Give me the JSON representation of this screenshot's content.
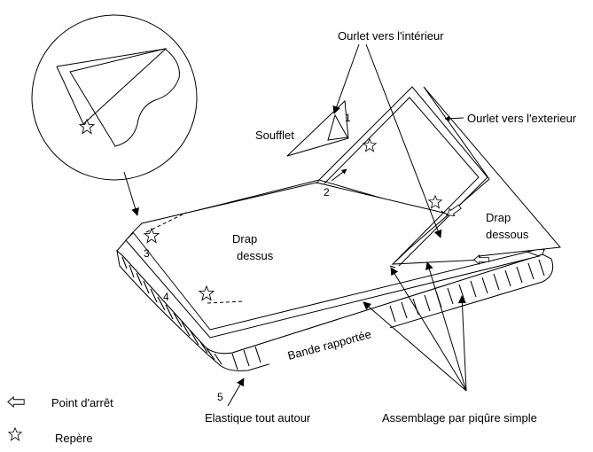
{
  "labels": {
    "ourlet_interieur": "Ourlet vers l'intérieur",
    "ourlet_exterieur": "Ourlet vers l'exterieur",
    "soufflet": "Soufflet",
    "drap_dessus_1": "Drap",
    "drap_dessus_2": "dessus",
    "drap_dessous_1": "Drap",
    "drap_dessous_2": "dessous",
    "bande": "Bande rapportée",
    "elastique": "Elastique tout autour",
    "assemblage": "Assemblage par piqûre simple",
    "n1": "1",
    "n2": "2",
    "n3": "3",
    "n4": "4",
    "n5": "5"
  },
  "legend": {
    "point_arret": "Point d'arrêt",
    "repere": "Repère"
  },
  "icons": [
    "star-marker",
    "stop-point-arrow"
  ]
}
